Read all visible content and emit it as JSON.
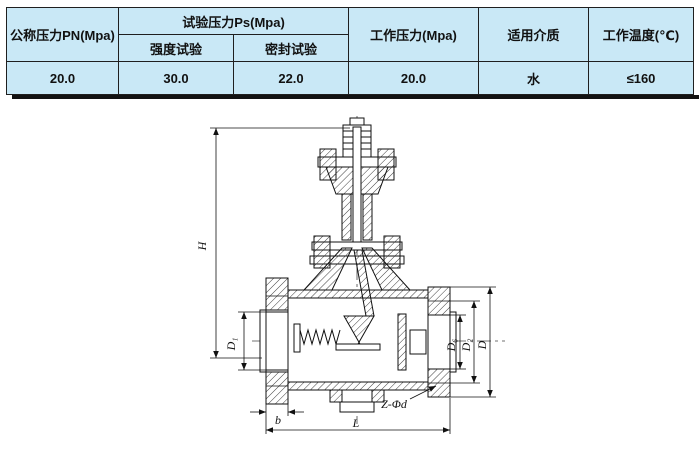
{
  "table": {
    "headers": {
      "nominal_pressure": "公称压力PN(Mpa)",
      "test_pressure": "试验压力Ps(Mpa)",
      "strength_test": "强度试验",
      "seal_test": "密封试验",
      "working_pressure": "工作压力(Mpa)",
      "medium": "适用介质",
      "working_temperature": "工作温度(℃)"
    },
    "row": {
      "nominal_pressure": "20.0",
      "strength_test": "30.0",
      "seal_test": "22.0",
      "working_pressure": "20.0",
      "medium": "水",
      "working_temperature": "≤160"
    },
    "colors": {
      "cell_bg": "#c9e8f6",
      "border": "#1f1f1f",
      "rule": "#121212"
    }
  },
  "drawing": {
    "labels": {
      "h": "H",
      "d1": "D₁",
      "b": "b",
      "l": "L",
      "d6": "D₆",
      "d2": "D₂",
      "d": "D",
      "bolt_holes": "Z-Φd"
    }
  }
}
